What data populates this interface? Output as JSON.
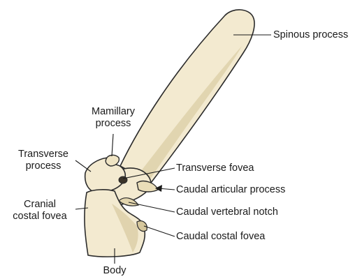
{
  "labels": {
    "spinous_process": "Spinous process",
    "mamillary_process": [
      "Mamillary",
      "process"
    ],
    "transverse_process": [
      "Transverse",
      "process"
    ],
    "transverse_fovea": "Transverse fovea",
    "caudal_articular_process": "Caudal articular process",
    "cranial_costal_fovea": [
      "Cranial",
      "costal fovea"
    ],
    "caudal_vertebral_notch": "Caudal vertebral notch",
    "caudal_costal_fovea": "Caudal costal fovea",
    "body": "Body"
  },
  "colors": {
    "bone_fill": "#f3ead0",
    "bone_shade": "#dccfa8",
    "bone_outline": "#2b2b2b",
    "leader_line": "#1a1a1a",
    "text": "#1a1a1a"
  }
}
